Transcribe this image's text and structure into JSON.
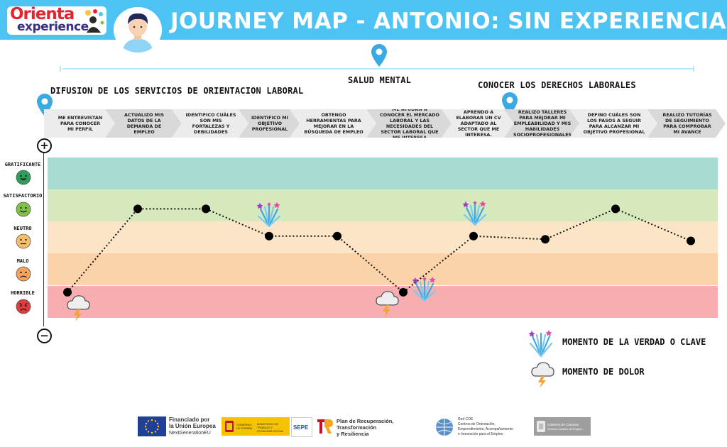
{
  "header": {
    "logo_line1": "Orienta",
    "logo_line2": "experience",
    "title": "JOURNEY MAP - ANTONIO: SIN EXPERIENCIA"
  },
  "stages": [
    {
      "label": "DIFUSION DE LOS SERVICIOS DE ORIENTACION LABORAL"
    },
    {
      "label": "SALUD MENTAL"
    },
    {
      "label": "CONOCER LOS DERECHOS LABORALES"
    }
  ],
  "steps": [
    "ME ENTREVISTAN PARA CONOCER MI PERFIL",
    "ACTUALIZO MIS DATOS DE LA DEMANDA DE EMPLEO",
    "IDENTIFICO CUÁLES SON MIS FORTALEZAS Y DEBILIDADES",
    "IDENTIFICO MI OBJETIVO PROFESIONAL",
    "OBTENGO HERRAMIENTAS PARA MEJORAR EN LA BÚSQUEDA DE EMPLEO",
    "ME AYUDAN A CONOCER EL MERCADO LABORAL Y LAS NECESIDADES DEL SECTOR LABORAL QUE ME INTERESA",
    "APRENDO A ELABORAR UN CV ADAPTADO AL SECTOR QUE ME INTERESA.",
    "REALIZO TALLERES PARA MEJORAR MI EMPLEABILIDAD Y MIS HABILIDADES SOCIOPROFESIONALES",
    "DEFINO CUÁLES SON LOS PASOS A SEGUIR PARA ALCANZAR MI OBJETIVO PROFESIONAL",
    "REALIZO TUTORÍAS DE SEGUIMIENTO PARA COMPROBAR MI AVANCE"
  ],
  "axis": {
    "plus": "+",
    "minus": "−"
  },
  "levels": [
    {
      "label": "GRATIFICANTE",
      "band_color": "#a8dcd3",
      "face_color": "#2e9e5b",
      "mood": "very-happy-face-icon"
    },
    {
      "label": "SATISFACTORIO",
      "band_color": "#d5e9bd",
      "face_color": "#7fc242",
      "mood": "happy-face-icon"
    },
    {
      "label": "NEUTRO",
      "band_color": "#fbe5c6",
      "face_color": "#f6bf6b",
      "mood": "neutral-face-icon"
    },
    {
      "label": "MALO",
      "band_color": "#fcd3a8",
      "face_color": "#f6a25c",
      "mood": "sad-face-icon"
    },
    {
      "label": "HORRIBLE",
      "band_color": "#f8aeb0",
      "face_color": "#e43a3a",
      "mood": "angry-face-icon"
    }
  ],
  "chart_data": {
    "type": "line",
    "x": [
      1,
      2,
      3,
      4,
      5,
      6,
      7,
      8,
      9,
      10
    ],
    "y_scale": [
      "HORRIBLE",
      "MALO",
      "NEUTRO",
      "SATISFACTORIO",
      "GRATIFICANTE"
    ],
    "y_range": [
      1,
      5
    ],
    "series": [
      {
        "values": [
          1.3,
          3.9,
          3.9,
          3.05,
          3.05,
          1.3,
          3.05,
          2.95,
          3.9,
          2.9
        ]
      }
    ],
    "truth_moments_at_step": [
      4,
      6,
      7
    ],
    "pain_moments_at_step": [
      1,
      6
    ]
  },
  "legend": {
    "truth": "MOMENTO DE LA VERDAD O CLAVE",
    "pain": "MOMENTO DE DOLOR"
  },
  "footer": {
    "eu_line1": "Financiado por",
    "eu_line2": "la Unión Europea",
    "eu_line3": "NextGenerationEU",
    "gov_text": "GOBIERNO DE ESPAÑA",
    "ministry_text": "MINISTERIO DE TRABAJO Y ECONOMÍA SOCIAL",
    "sepe": "SEPE",
    "prtr_line1": "Plan de Recuperación,",
    "prtr_line2": "Transformación",
    "prtr_line3": "y Resiliencia",
    "coe_line1": "Red COE",
    "coe_line2": "Centros de Orientación,",
    "coe_line3": "Emprendimiento, Acompañamiento",
    "coe_line4": "e Innovación para el Empleo",
    "canarias_line1": "Gobierno de Canarias",
    "canarias_line2": "Servicio Canario de Empleo"
  }
}
